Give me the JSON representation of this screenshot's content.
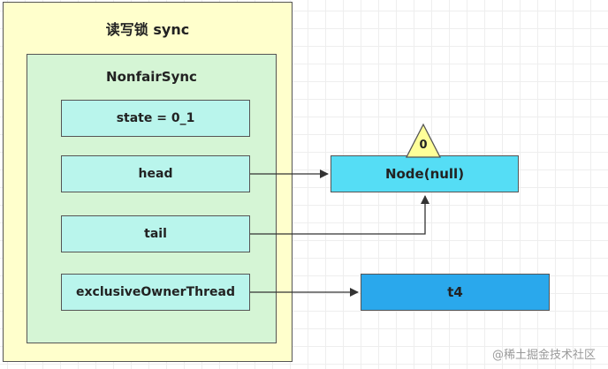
{
  "outer": {
    "title": "读写锁 sync"
  },
  "inner": {
    "title": "NonfairSync"
  },
  "fields": {
    "state": "state = 0_1",
    "head": "head",
    "tail": "tail",
    "owner": "exclusiveOwnerThread"
  },
  "node": {
    "label": "Node(null)",
    "badge": "0"
  },
  "thread": {
    "label": "t4"
  },
  "watermark": "@稀土掘金技术社区",
  "colors": {
    "outer_fill": "#ffffcc",
    "inner_fill": "#d5f5d5",
    "field_fill": "#b9f5ec",
    "node_fill": "#55ddf5",
    "thread_fill": "#2aa8ec",
    "badge_fill": "#ffff99"
  }
}
